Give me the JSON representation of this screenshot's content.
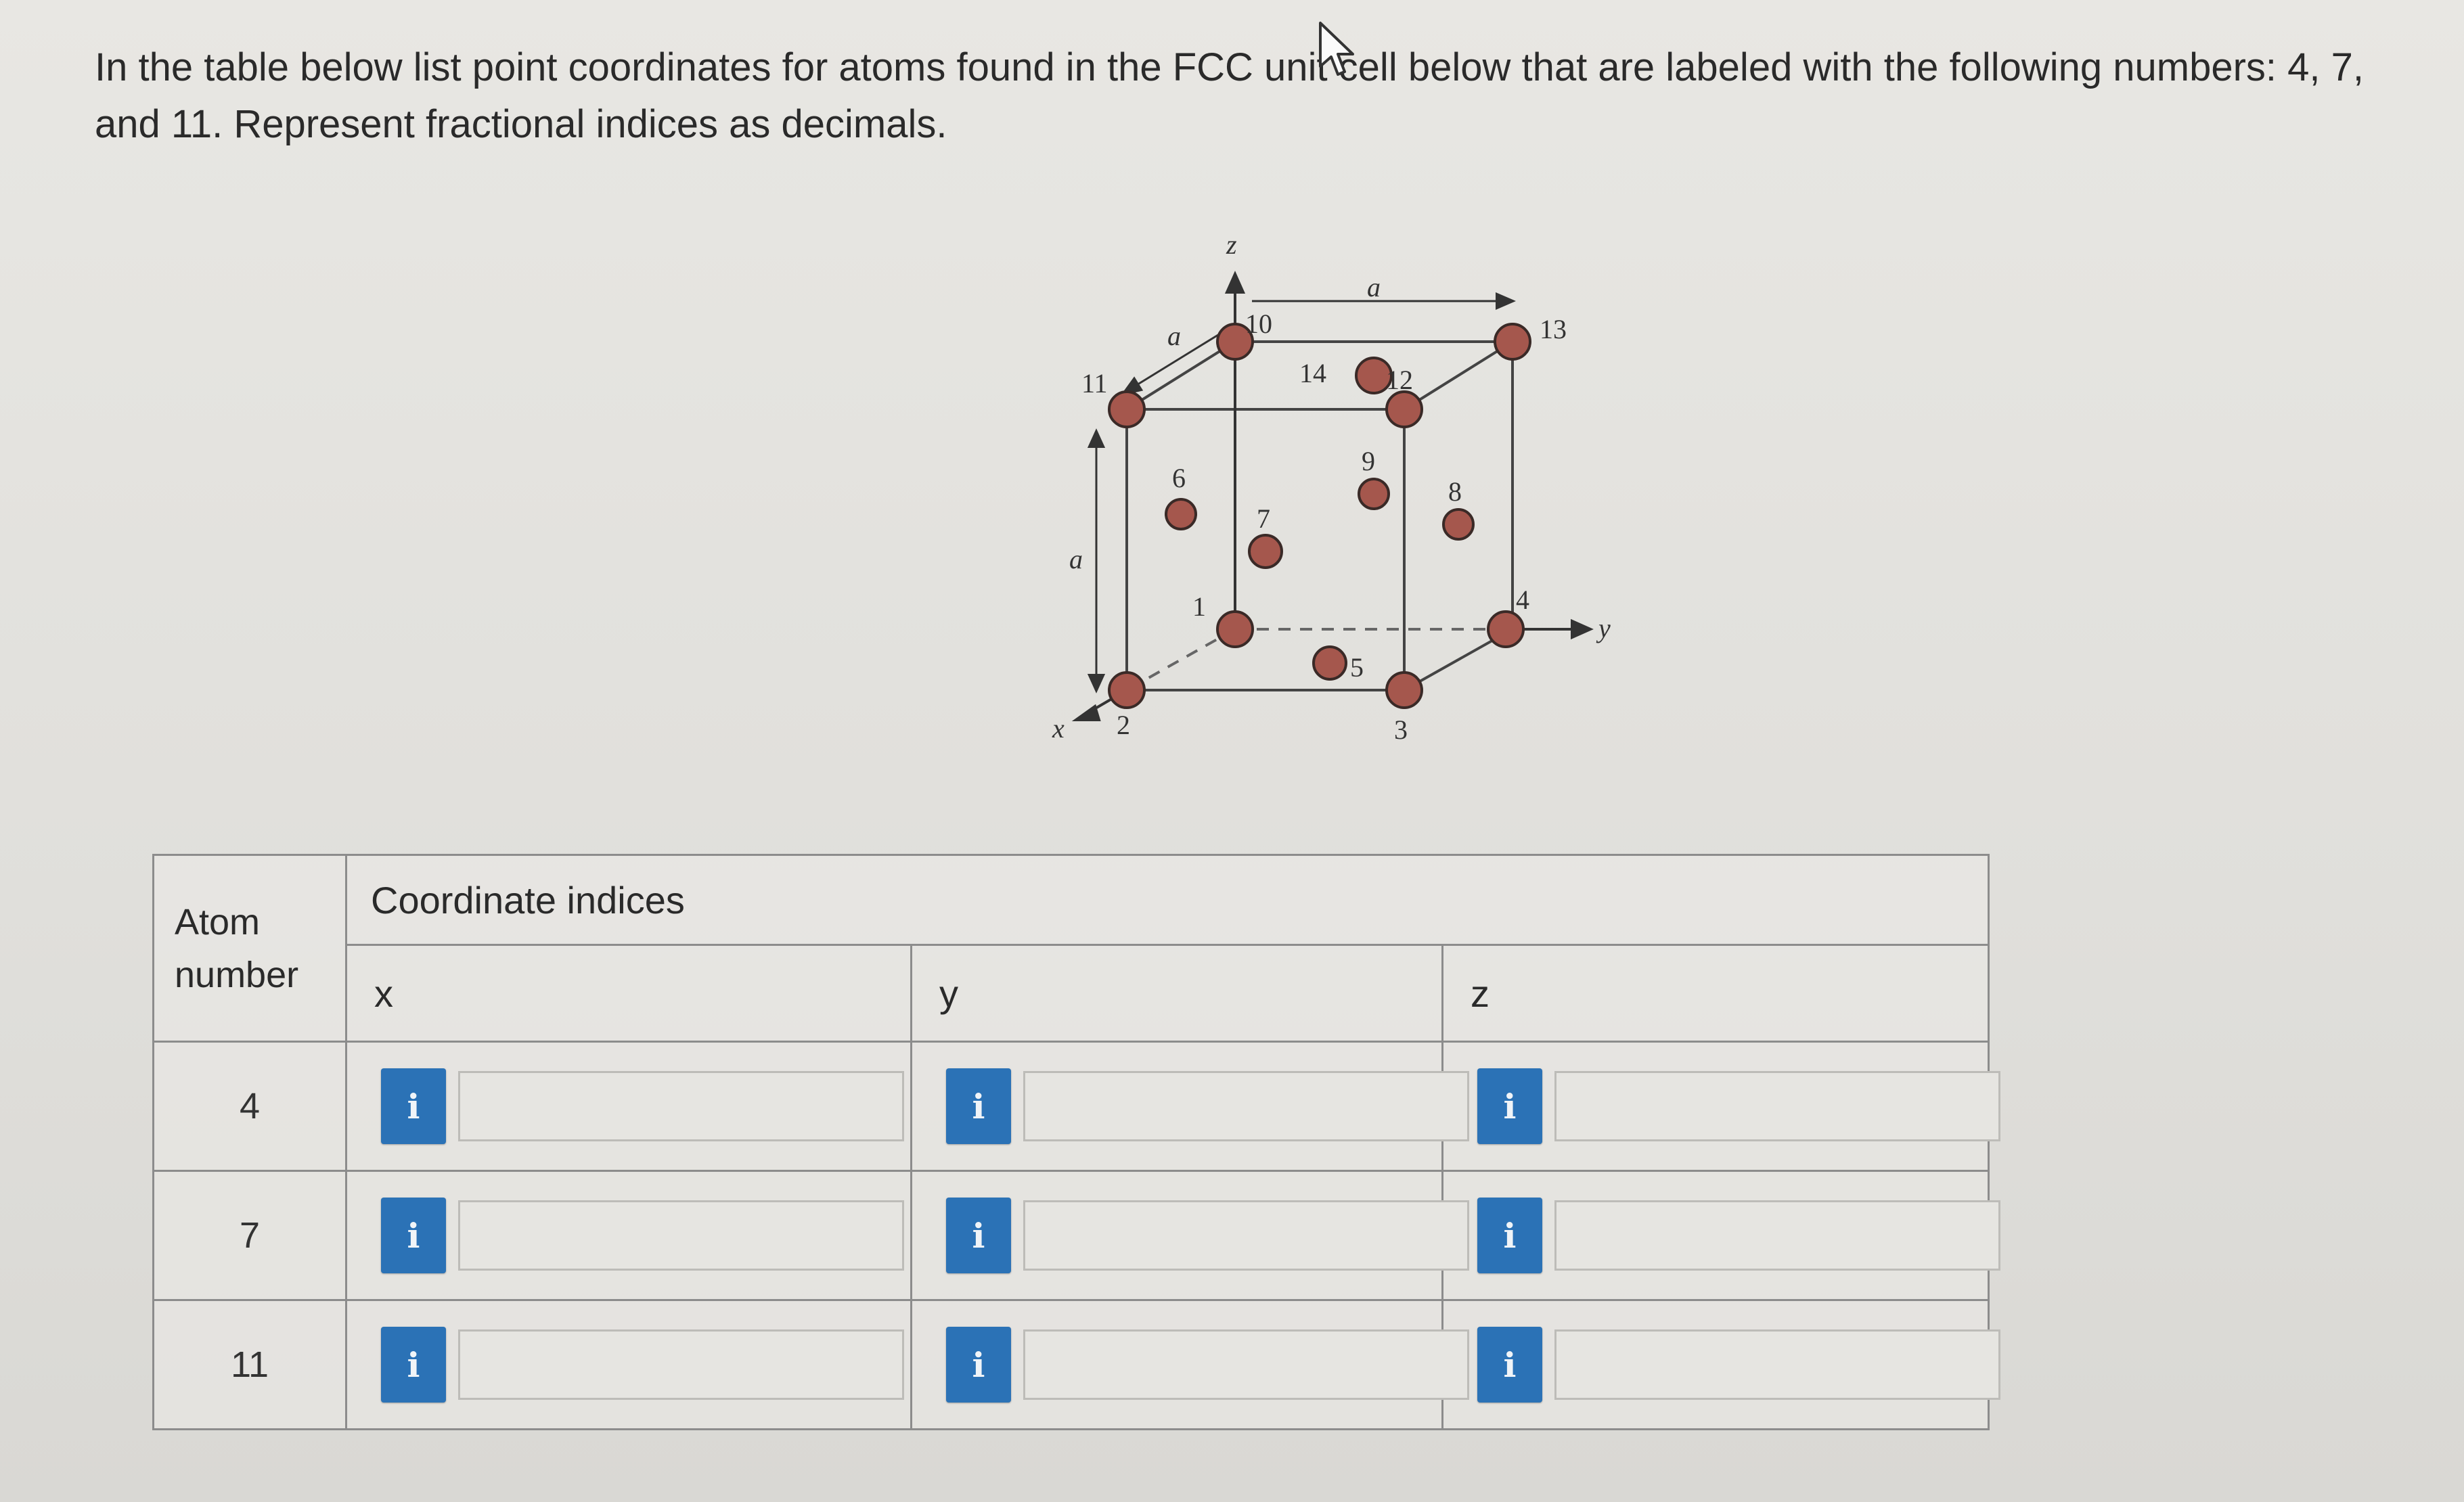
{
  "question": {
    "text": "In the table below list point coordinates for atoms found in the FCC unit cell below that are labeled with the following numbers: 4, 7, and 11. Represent fractional indices as decimals."
  },
  "figure": {
    "axis_labels": {
      "x": "x",
      "y": "y",
      "z": "z"
    },
    "edge_label": "a",
    "atom_labels": [
      "1",
      "2",
      "3",
      "4",
      "5",
      "6",
      "7",
      "8",
      "9",
      "10",
      "11",
      "12",
      "13",
      "14"
    ]
  },
  "table": {
    "atom_header": "Atom number",
    "coord_header": "Coordinate indices",
    "axis_headers": [
      "x",
      "y",
      "z"
    ],
    "info_icon_glyph": "i",
    "rows": [
      {
        "atom": "4",
        "x": "",
        "y": "",
        "z": ""
      },
      {
        "atom": "7",
        "x": "",
        "y": "",
        "z": ""
      },
      {
        "atom": "11",
        "x": "",
        "y": "",
        "z": ""
      }
    ]
  },
  "colors": {
    "info_button": "#2b72b6",
    "atom_fill": "#a5574d",
    "page_background": "#e4e3df"
  }
}
